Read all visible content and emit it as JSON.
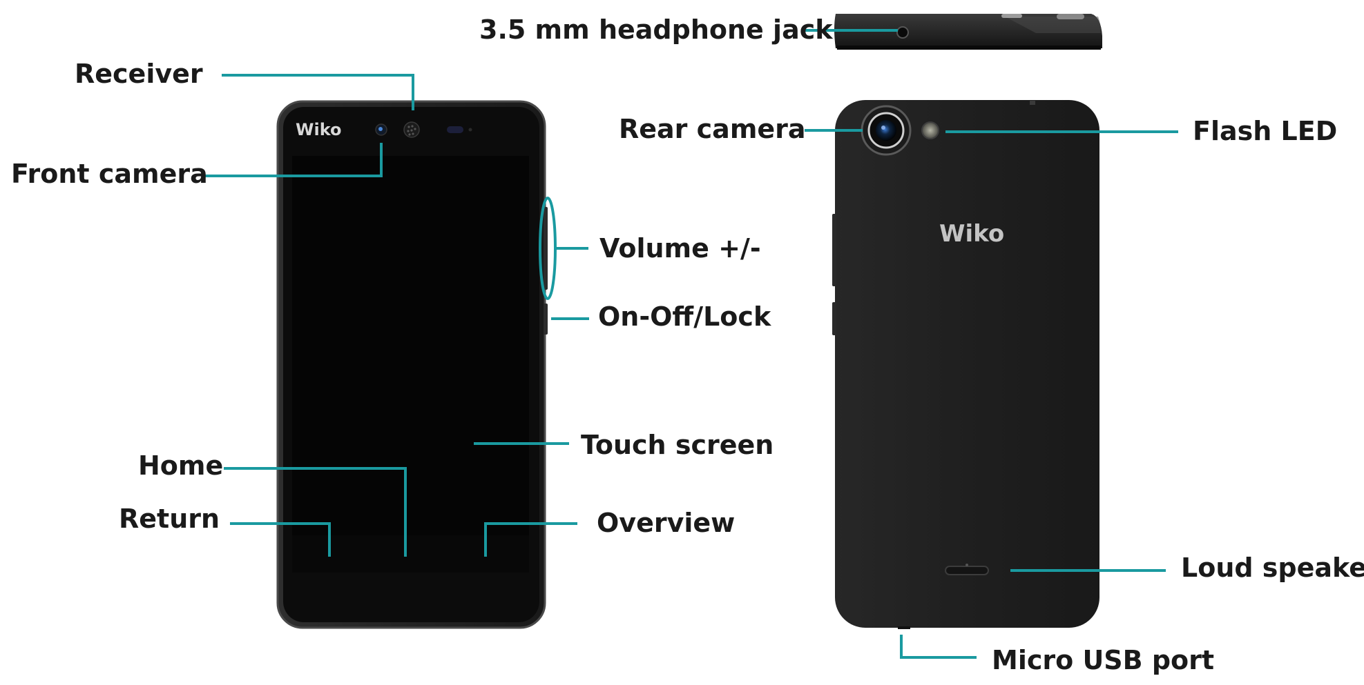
{
  "brand": {
    "front_logo": "Wiko",
    "back_logo": "Wiko"
  },
  "colors": {
    "accent_leader": "#1a9aa0",
    "label_text": "#1a1a1a",
    "phone_body": "#202020",
    "screen": "#050505"
  },
  "labels": {
    "headphone_jack": "3.5 mm headphone jack",
    "receiver": "Receiver",
    "front_camera": "Front camera",
    "volume": "Volume +/-",
    "power": "On-Off/Lock",
    "touch_screen": "Touch screen",
    "home": "Home",
    "return": "Return",
    "overview": "Overview",
    "rear_camera": "Rear camera",
    "flash": "Flash LED",
    "loud_speaker": "Loud speaker",
    "usb": "Micro USB port"
  }
}
